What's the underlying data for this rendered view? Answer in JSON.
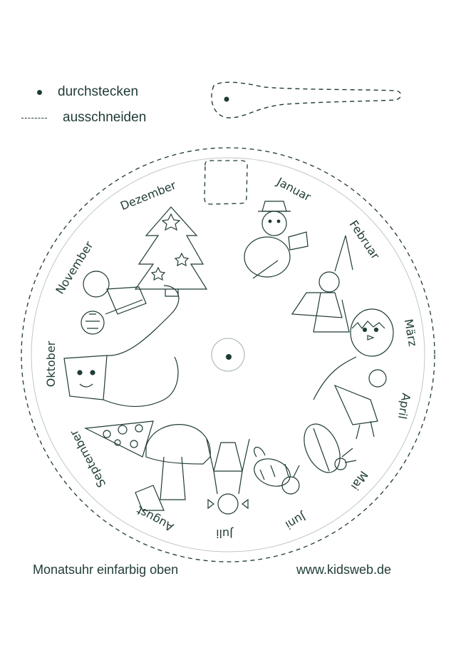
{
  "legend": {
    "pierce_label": "durchstecken",
    "cut_label": "ausschneiden"
  },
  "months": [
    {
      "key": "januar",
      "label": "Januar"
    },
    {
      "key": "februar",
      "label": "Februar"
    },
    {
      "key": "maerz",
      "label": "März"
    },
    {
      "key": "april",
      "label": "April"
    },
    {
      "key": "mai",
      "label": "Mai"
    },
    {
      "key": "juni",
      "label": "Juni"
    },
    {
      "key": "juli",
      "label": "Juli"
    },
    {
      "key": "august",
      "label": "August"
    },
    {
      "key": "september",
      "label": "September"
    },
    {
      "key": "oktober",
      "label": "Oktober"
    },
    {
      "key": "november",
      "label": "November"
    },
    {
      "key": "dezember",
      "label": "Dezember"
    }
  ],
  "footer": {
    "title": "Monatsuhr einfarbig oben",
    "website": "www.kidsweb.de"
  },
  "colors": {
    "ink": "#1f3b36",
    "paper": "#ffffff"
  }
}
